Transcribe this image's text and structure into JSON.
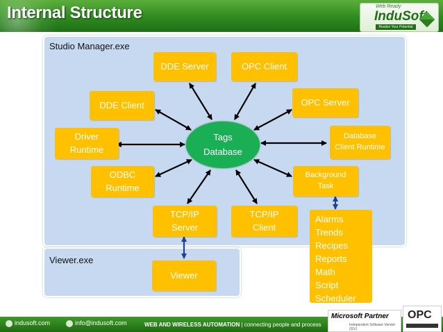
{
  "header": {
    "title": "Internal Structure"
  },
  "logo": {
    "tag": "Web Ready",
    "brand": "InduSoft",
    "slogan": "Realize Your Potential"
  },
  "panels": {
    "studio_label": "Studio Manager.exe",
    "viewer_label": "Viewer.exe"
  },
  "nodes": {
    "center": {
      "line1": "Tags",
      "line2": "Database"
    },
    "dde_server": "DDE Server",
    "opc_client": "OPC Client",
    "dde_client": "DDE Client",
    "opc_server": "OPC Server",
    "driver_runtime": {
      "line1": "Driver",
      "line2": "Runtime"
    },
    "database_client_runtime": {
      "line1": "Database",
      "line2": "Client Runtime"
    },
    "odbc_runtime": {
      "line1": "ODBC",
      "line2": "Runtime"
    },
    "background_task": {
      "line1": "Background",
      "line2": "Task"
    },
    "tcpip_server": {
      "line1": "TCP/IP",
      "line2": "Server"
    },
    "tcpip_client": {
      "line1": "TCP/IP",
      "line2": "Client"
    },
    "viewer": "Viewer"
  },
  "tasks": [
    "Alarms",
    "Trends",
    "Recipes",
    "Reports",
    "Math",
    "Script",
    "Scheduler"
  ],
  "footer": {
    "url": "indusoft.com",
    "email": "info@indusoft.com",
    "tagline_bold": "WEB AND WIRELESS AUTOMATION",
    "tagline_rest": " | connecting people and process",
    "ms_partner": "Microsoft Partner",
    "ms_partner_sub": "Independent Software Vendor (ISV)",
    "opc_logo": "OPC"
  },
  "colors": {
    "header_green": "#2e8a1f",
    "panel_blue": "#c6d9f1",
    "box_orange": "#ffc000",
    "center_green": "#1aaf54",
    "arrow": "#000000",
    "arrow_blue": "#1f3f8f"
  }
}
